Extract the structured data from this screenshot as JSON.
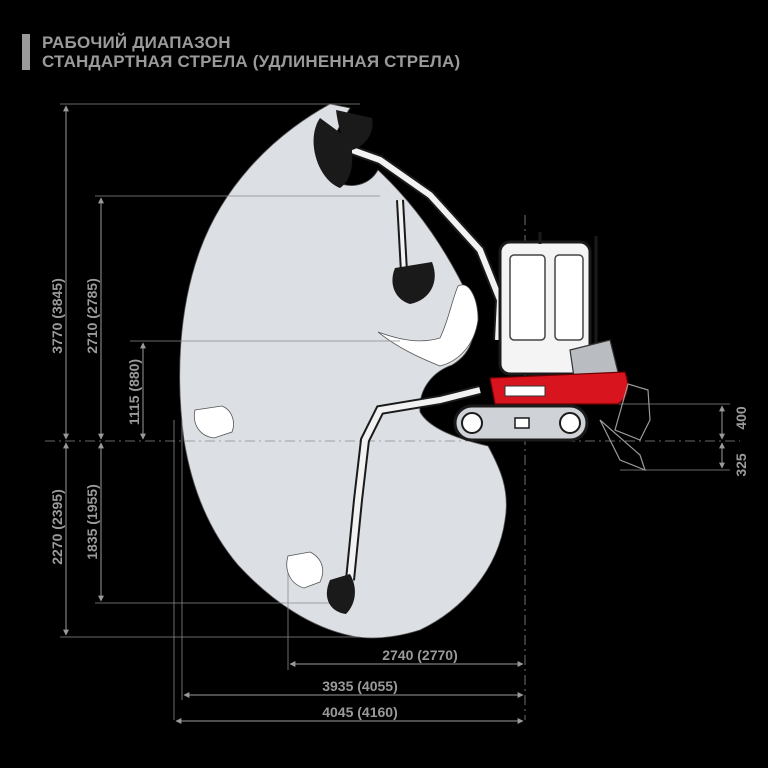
{
  "title": {
    "line1": "РАБОЧИЙ ДИАПАЗОН",
    "line2": "СТАНДАРТНАЯ СТРЕЛА (УДЛИНЕННАЯ СТРЕЛА)"
  },
  "dimensions": {
    "max_digging_height": "3770 (3845)",
    "max_dump_height": "2710 (2785)",
    "vertical_wall_height": "1115 (880)",
    "max_digging_depth": "2270 (2395)",
    "vertical_digging_depth": "1835 (1955)",
    "min_swing_radius": "2740 (2770)",
    "max_reach_ground": "3935 (4055)",
    "max_reach": "4045 (4160)",
    "blade_lift": "400",
    "blade_depth": "325"
  },
  "colors": {
    "background": "#000000",
    "envelope_fill": "#dcdfe3",
    "lines": "#9a9a9a",
    "machine_red": "#d8141e",
    "machine_grey": "#b9bdc2"
  },
  "icons": {
    "excavator": "excavator-icon",
    "bucket": "bucket-icon"
  }
}
